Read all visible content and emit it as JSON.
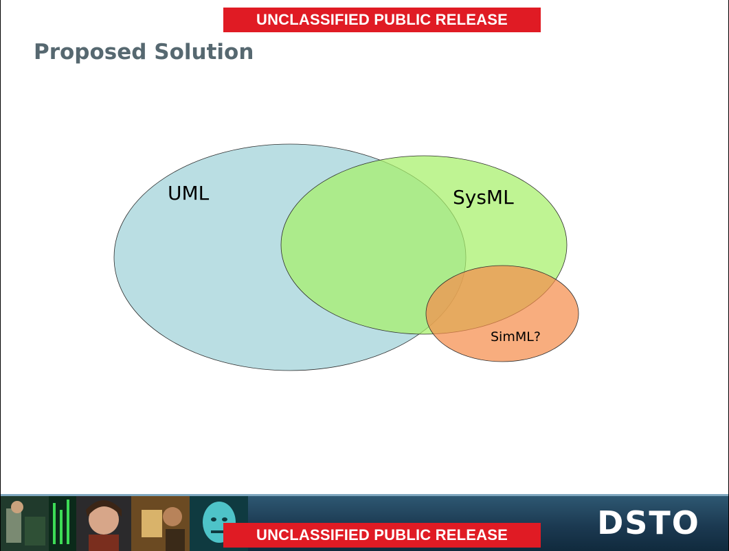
{
  "classification": {
    "top_banner": "UNCLASSIFIED PUBLIC RELEASE",
    "bottom_banner": "UNCLASSIFIED PUBLIC RELEASE",
    "banner_color": "#e01b24"
  },
  "slide": {
    "title": "Proposed Solution",
    "title_color": "#566870"
  },
  "venn": {
    "sets": [
      {
        "label": "UML",
        "fill": "#a3d3d9"
      },
      {
        "label": "SysML",
        "fill": "#a6f06a"
      },
      {
        "label": "SimML?",
        "fill": "#f58d4c"
      }
    ]
  },
  "footer": {
    "logo_text": "DSTO",
    "band_color": "#1f4a66"
  }
}
